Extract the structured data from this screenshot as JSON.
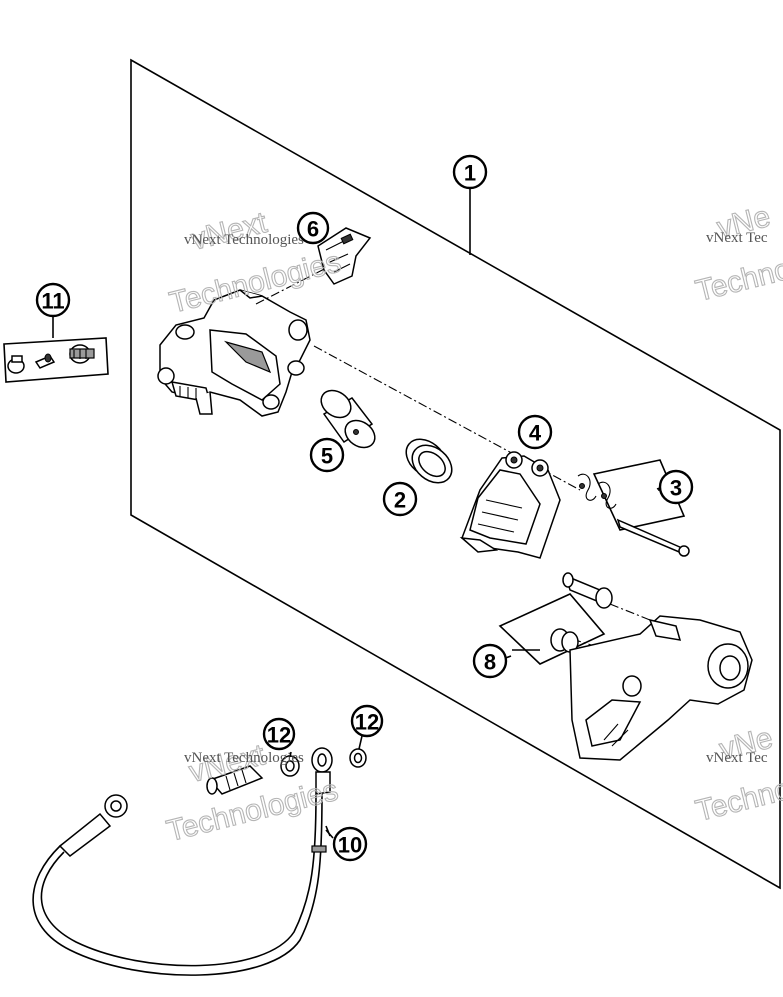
{
  "callouts": {
    "c1": "1",
    "c2": "2",
    "c3": "3",
    "c4": "4",
    "c5": "5",
    "c6": "6",
    "c8": "8",
    "c10": "10",
    "c11": "11",
    "c12a": "12",
    "c12b": "12"
  },
  "watermark": {
    "small": "vNext Technologies",
    "big_top": "vNext",
    "big_bottom": "Technologies",
    "right_small": "vNext Tec",
    "right_big_top": "vNe",
    "right_big_bottom": "Techno"
  },
  "colors": {
    "line": "#000000",
    "background": "#ffffff",
    "watermark": "#b5b5b5"
  }
}
